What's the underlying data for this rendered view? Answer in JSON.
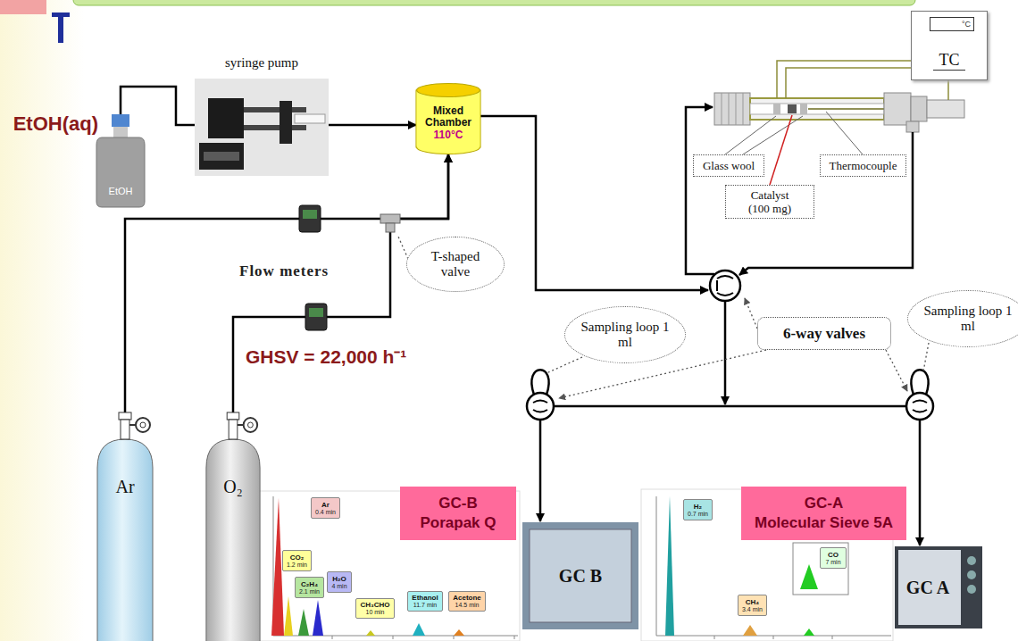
{
  "diagram": {
    "nodes": [
      {
        "text": [
          "EtOH(aq)",
          "EtOH"
        ]
      },
      {
        "text": [
          "syringe pump"
        ]
      },
      {
        "text": [
          "Mixed Chamber",
          "110°C"
        ]
      },
      {
        "text": [
          "TC"
        ]
      },
      {
        "text": [
          "°C"
        ],
        "in": 3
      },
      {
        "text": [
          "Glass wool"
        ]
      },
      {
        "text": [
          "Thermocouple"
        ]
      },
      {
        "text": [
          "Catalyst (100 mg)"
        ]
      },
      {
        "text": [
          "T-shaped valve"
        ]
      },
      {
        "text": [
          "Sampling loop 1 ml"
        ]
      },
      {
        "text": [
          "6-way valves"
        ]
      },
      {
        "text": [
          "Sampling loop 1 ml"
        ]
      },
      {
        "text": [
          "Ar"
        ]
      },
      {
        "text": [
          "O₂"
        ]
      },
      {
        "text": [
          "GC-B",
          "Porapak Q"
        ]
      },
      {
        "text": [
          "GC B"
        ]
      },
      {
        "text": [
          "GC-A",
          "Molecular Sieve 5A"
        ]
      },
      {
        "text": [
          "GC A"
        ]
      },
      {
        "text": [
          "Ar",
          "0.4 min"
        ]
      },
      {
        "text": [
          "CO₂",
          "1.2 min"
        ]
      },
      {
        "text": [
          "C₂H₄",
          "2.1 min"
        ]
      },
      {
        "text": [
          "H₂O",
          "4 min"
        ]
      },
      {
        "text": [
          "CH₃CHO",
          "10 min"
        ]
      },
      {
        "text": [
          "Ethanol",
          "11.7 min"
        ]
      },
      {
        "text": [
          "Acetone",
          "14.5 min"
        ]
      },
      {
        "text": [
          "H₂",
          "0.7 min"
        ]
      },
      {
        "text": [
          "CH₄",
          "3.4 min"
        ]
      },
      {
        "text": [
          "CO",
          "7 min"
        ]
      }
    ],
    "edges": [
      {
        "from": 0,
        "to": 1,
        "arrow": "none"
      },
      {
        "from": 1,
        "to": 2,
        "arrow": "to"
      },
      {
        "from": 12,
        "to": 2,
        "arrow": "to"
      },
      {
        "from": 13,
        "to": 2,
        "arrow": "to"
      }
    ],
    "labels": [
      "Flow meters",
      "GHSV = 22,000 h⁻¹"
    ]
  }
}
